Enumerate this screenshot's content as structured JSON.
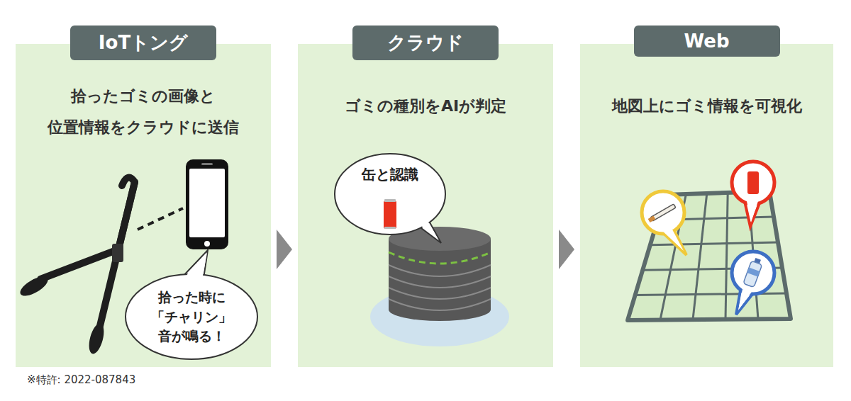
{
  "diagram": {
    "nodes": [
      {
        "text": [
          "IoTトング",
          "拾ったゴミの画像と 位置情報をクラウドに送信"
        ]
      },
      {
        "text": [
          "拾った時に 「チャリン」 音が鳴る！"
        ],
        "in": 0
      },
      {
        "text": [
          "クラウド",
          "ゴミの種別をAIが判定"
        ]
      },
      {
        "text": [
          "缶と認識"
        ],
        "in": 2
      },
      {
        "text": [
          "Web",
          "地図上にゴミ情報を可視化"
        ]
      }
    ],
    "edges": [
      {
        "from": 0,
        "to": 2,
        "arrow": "to"
      },
      {
        "from": 2,
        "to": 4,
        "arrow": "to"
      }
    ],
    "labels": [
      "※特許: 2022-087843"
    ]
  }
}
